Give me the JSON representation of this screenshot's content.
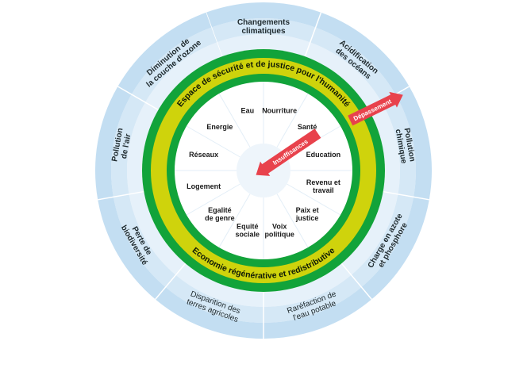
{
  "diagram": {
    "rings": {
      "outer_text": "Espace de sécurité et de justice pour l'humanité",
      "inner_text": "Economie régénérative et redistributive"
    },
    "ecological_ceiling": [
      {
        "lines": [
          "Changements",
          "climatiques"
        ],
        "style": "bold"
      },
      {
        "lines": [
          "Acidification",
          "des océans"
        ],
        "style": "bold"
      },
      {
        "lines": [
          "Pollution",
          "chimique"
        ],
        "style": "bold"
      },
      {
        "lines": [
          "Charge en azote",
          "et phosphore"
        ],
        "style": "bold"
      },
      {
        "lines": [
          "Raréfaction de",
          "l'eau potable"
        ],
        "style": "normal"
      },
      {
        "lines": [
          "Disparition des",
          "terres agricoles"
        ],
        "style": "normal"
      },
      {
        "lines": [
          "Perte de",
          "biodiversité"
        ],
        "style": "bold"
      },
      {
        "lines": [
          "Pollution",
          "de l'air"
        ],
        "style": "bold"
      },
      {
        "lines": [
          "Diminution de",
          "la couche d'ozone"
        ],
        "style": "bold"
      }
    ],
    "social_foundation": [
      {
        "lines": [
          "Eau"
        ]
      },
      {
        "lines": [
          "Nourriture"
        ]
      },
      {
        "lines": [
          "Santé"
        ]
      },
      {
        "lines": [
          "Education"
        ]
      },
      {
        "lines": [
          "Revenu et",
          "travail"
        ]
      },
      {
        "lines": [
          "Paix et",
          "justice"
        ]
      },
      {
        "lines": [
          "Voix",
          "politique"
        ]
      },
      {
        "lines": [
          "Equité",
          "sociale"
        ]
      },
      {
        "lines": [
          "Egalité",
          "de genre"
        ]
      },
      {
        "lines": [
          "Logement"
        ]
      },
      {
        "lines": [
          "Réseaux"
        ]
      },
      {
        "lines": [
          "Energie"
        ]
      }
    ],
    "arrows": {
      "overshoot": "Dépassement",
      "shortfall": "Insuffisances"
    },
    "colors": {
      "outer_band_light": "#dcecf8",
      "outer_band_dark": "#c2ddf1",
      "green": "#12a33a",
      "yellow": "#cfd30c",
      "arrow": "#e8424c",
      "separator": "#ffffff"
    }
  }
}
